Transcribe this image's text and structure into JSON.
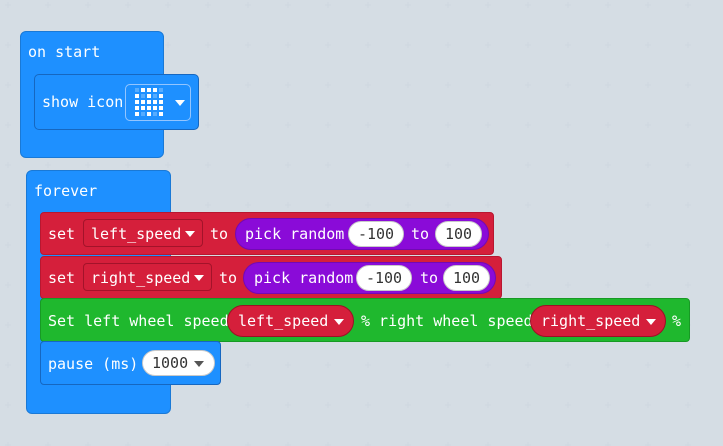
{
  "on_start": {
    "hat_label": "on start",
    "show_icon_label": "show icon",
    "icon_value": "ghost-icon"
  },
  "forever": {
    "hat_label": "forever",
    "set1": {
      "set_label": "set",
      "variable": "left_speed",
      "to_label": "to",
      "pick_random_label": "pick random",
      "min": "-100",
      "to2_label": "to",
      "max": "100"
    },
    "set2": {
      "set_label": "set",
      "variable": "right_speed",
      "to_label": "to",
      "pick_random_label": "pick random",
      "min": "-100",
      "to2_label": "to",
      "max": "100"
    },
    "wheel": {
      "left_label": "Set left wheel speed",
      "left_var": "left_speed",
      "mid_label": "% right wheel speed",
      "right_var": "right_speed",
      "end_label": "%"
    },
    "pause": {
      "label": "pause (ms)",
      "value": "1000"
    }
  },
  "colors": {
    "basic": "#1e90ff",
    "variables": "#d51f3b",
    "math": "#8a0bd8",
    "motors": "#1fb82e",
    "workspace": "#e9eef2"
  }
}
